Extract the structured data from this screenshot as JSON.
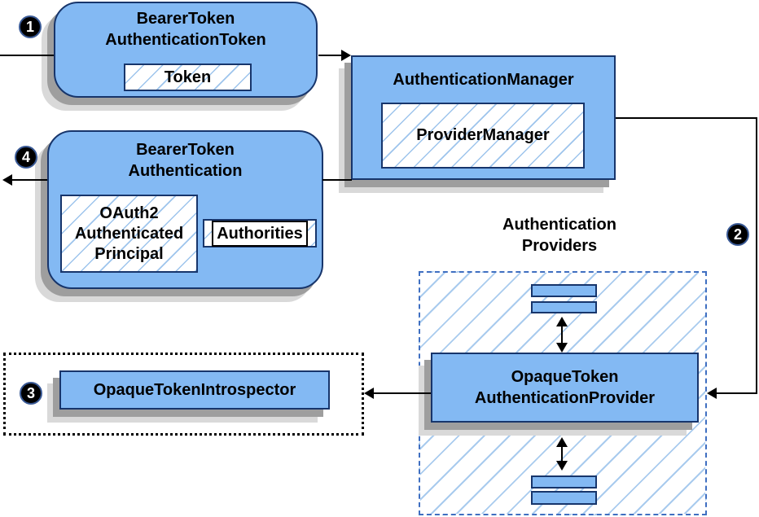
{
  "colors": {
    "node_fill": "#83b9f3",
    "node_border": "#17356b",
    "hatch_line": "#9dc4ec",
    "hatch_line_lg": "#a9cbee",
    "dash_border": "#3f6fc1",
    "dot_border": "#000000",
    "shadow_dark": "#9e9e9e",
    "shadow_light": "#d9d9d9",
    "arrow": "#000000",
    "badge_bg": "#000000",
    "badge_fg": "#ffffff",
    "badge_ring": "#3a5a96"
  },
  "badges": {
    "step1": "1",
    "step2": "2",
    "step3": "3",
    "step4": "4"
  },
  "nodes": {
    "bearer_token_authentication_token": {
      "line1": "BearerToken",
      "line2": "AuthenticationToken"
    },
    "token": {
      "label": "Token"
    },
    "authentication_manager": {
      "title": "AuthenticationManager"
    },
    "provider_manager": {
      "label": "ProviderManager"
    },
    "bearer_token_authentication": {
      "line1": "BearerToken",
      "line2": "Authentication"
    },
    "oauth2_authenticated_principal": {
      "line1": "OAuth2",
      "line2": "Authenticated",
      "line3": "Principal"
    },
    "authorities": {
      "label": "Authorities"
    },
    "providers_group": {
      "line1": "Authentication",
      "line2": "Providers"
    },
    "opaque_token_authentication_provider": {
      "line1": "OpaqueToken",
      "line2": "AuthenticationProvider"
    },
    "opaque_token_introspector": {
      "label": "OpaqueTokenIntrospector"
    }
  }
}
